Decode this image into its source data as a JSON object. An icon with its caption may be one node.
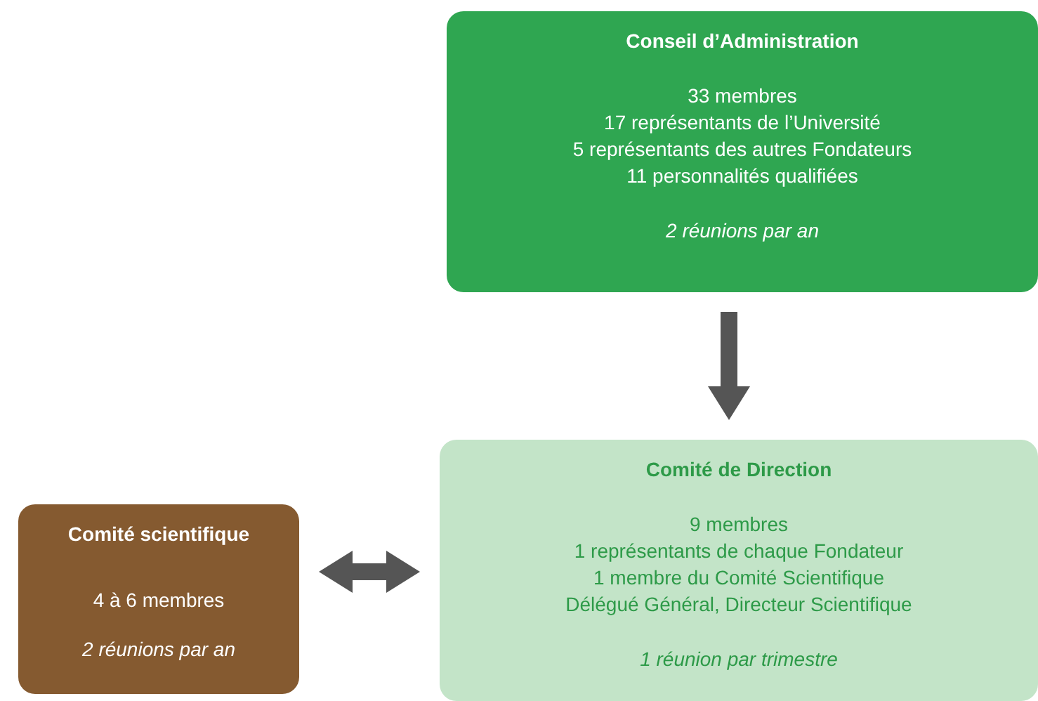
{
  "diagram": {
    "nodes": [
      {
        "text": [
          "Conseil d’Administration",
          "33 membres",
          "17 représentants de l’Université",
          "5 représentants des autres Fondateurs",
          "11 personnalités qualifiées",
          "2 réunions par an"
        ]
      },
      {
        "text": [
          "Comité de Direction",
          "9 membres",
          "1 représentants de chaque Fondateur",
          "1 membre du Comité Scientifique",
          "Délégué Général, Directeur Scientifique",
          "1 réunion par trimestre"
        ]
      },
      {
        "text": [
          "Comité scientifique",
          "4 à 6 membres",
          "2 réunions par an"
        ]
      }
    ],
    "edges": [
      {
        "from": 0,
        "to": 1,
        "arrow": "to"
      },
      {
        "from": 2,
        "to": 1,
        "arrow": "both"
      }
    ]
  }
}
